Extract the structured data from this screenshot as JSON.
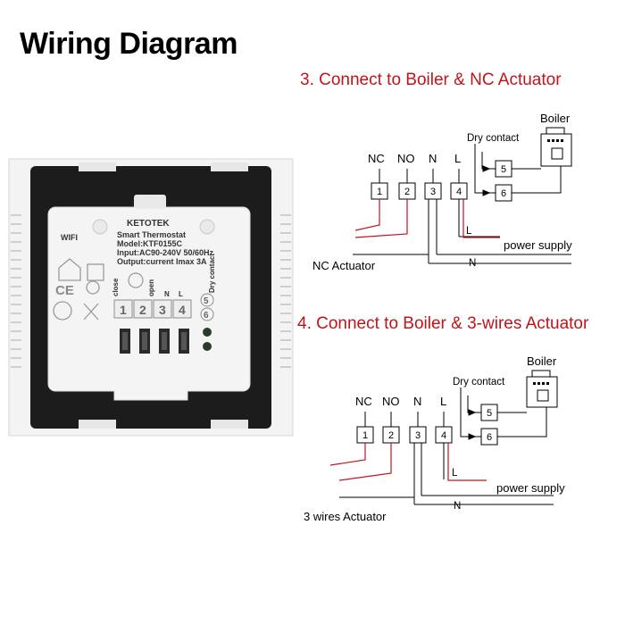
{
  "title": "Wiring Diagram",
  "device": {
    "brand": "KETOTEK",
    "product": "Smart Thermostat",
    "model": "Model:KTF0155C",
    "input": "Input:AC90-240V 50/60Hz",
    "output": "Output:current Imax 3A",
    "wifi_label": "WIFI",
    "close_label": "close",
    "open_label": "open",
    "n_label": "N",
    "l_label": "L",
    "dry_contact_label": "Dry contact",
    "terminals": [
      "1",
      "2",
      "3",
      "4"
    ],
    "contacts": [
      "5",
      "6"
    ]
  },
  "diagram3": {
    "title": "3. Connect to Boiler & NC Actuator",
    "terminal_labels": [
      "NC",
      "NO",
      "N",
      "L"
    ],
    "terminals": [
      "1",
      "2",
      "3",
      "4"
    ],
    "contacts": [
      "5",
      "6"
    ],
    "dry_contact": "Dry contact",
    "boiler": "Boiler",
    "l_label": "L",
    "n_label": "N",
    "power_supply": "power supply",
    "actuator": "NC Actuator"
  },
  "diagram4": {
    "title": "4. Connect to Boiler & 3-wires Actuator",
    "terminal_labels": [
      "NC",
      "NO",
      "N",
      "L"
    ],
    "terminals": [
      "1",
      "2",
      "3",
      "4"
    ],
    "contacts": [
      "5",
      "6"
    ],
    "dry_contact": "Dry contact",
    "boiler": "Boiler",
    "l_label": "L",
    "n_label": "N",
    "power_supply": "power supply",
    "actuator": "3 wires Actuator"
  },
  "colors": {
    "accent_red": "#c0141b",
    "frame_black": "#1c1c1c",
    "module_white": "#f4f4f4"
  }
}
